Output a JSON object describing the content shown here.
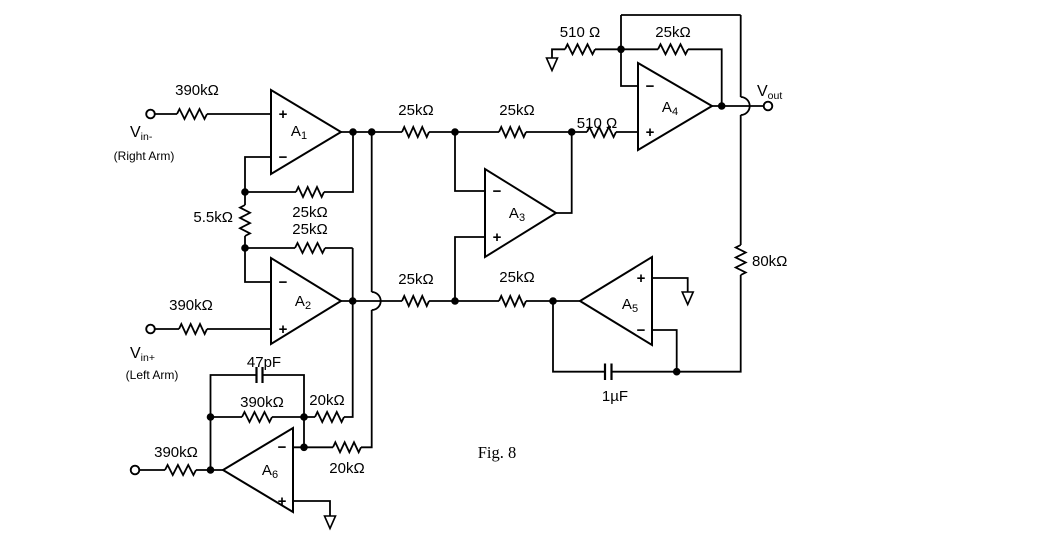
{
  "figure": {
    "caption": "Fig. 8"
  },
  "colors": {
    "line": "#000000",
    "background": "#ffffff"
  },
  "terminals": {
    "vin_minus": {
      "prefix": "V",
      "sub": "in-",
      "note": "(Right Arm)"
    },
    "vin_plus": {
      "prefix": "V",
      "sub": "in+",
      "note": "(Left Arm)"
    },
    "vout": {
      "prefix": "V",
      "sub": "out"
    }
  },
  "opamps": {
    "a1": {
      "prefix": "A",
      "sub": "1",
      "top_sign": "+",
      "bottom_sign": "−"
    },
    "a2": {
      "prefix": "A",
      "sub": "2",
      "top_sign": "−",
      "bottom_sign": "+"
    },
    "a3": {
      "prefix": "A",
      "sub": "3",
      "top_sign": "−",
      "bottom_sign": "+"
    },
    "a4": {
      "prefix": "A",
      "sub": "4",
      "top_sign": "−",
      "bottom_sign": "+"
    },
    "a5": {
      "prefix": "A",
      "sub": "5",
      "top_sign": "+",
      "bottom_sign": "−"
    },
    "a6": {
      "prefix": "A",
      "sub": "6",
      "top_sign": "−",
      "bottom_sign": "+"
    }
  },
  "resistors": {
    "input_minus": "390kΩ",
    "input_plus": "390kΩ",
    "top_row_1": "25kΩ",
    "top_row_2": "25kΩ",
    "a4_input": "510 Ω",
    "a4_ground": "510 Ω",
    "a4_feedback": "25kΩ",
    "output_80k": "80kΩ",
    "gain": "5.5kΩ",
    "a1_feedback": "25kΩ",
    "a2_feedback": "25kΩ",
    "low_row_1": "25kΩ",
    "low_row_2": "25kΩ",
    "a6_feedback": "390kΩ",
    "a6_20k_top": "20kΩ",
    "a6_20k_bottom": "20kΩ",
    "electrode": "390kΩ"
  },
  "capacitors": {
    "c47pf": "47pF",
    "c1uf": "1µF"
  }
}
